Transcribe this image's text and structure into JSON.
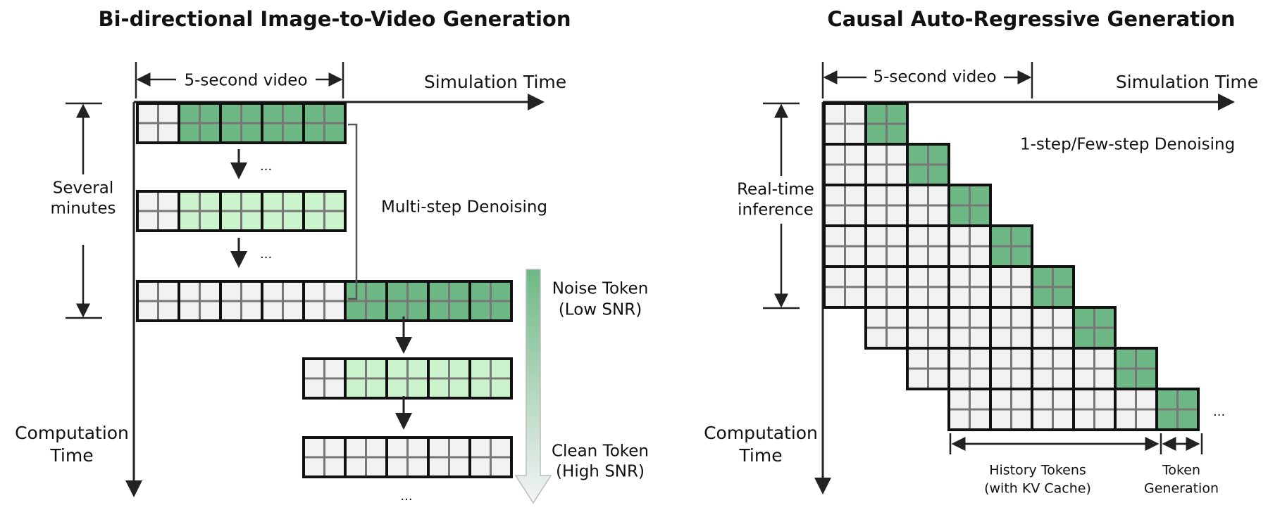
{
  "colors": {
    "light": "#f2f2f2",
    "dark_green": "#6db884",
    "light_green": "#ccf4cc",
    "cell_stroke": "#111111",
    "inner_grid": "#777777",
    "gradient_top": "#6db884",
    "gradient_bottom": "#f4f4f4"
  },
  "left": {
    "title": "Bi-directional Image-to-Video Generation",
    "video_label": "5-second video",
    "sim_time": "Simulation Time",
    "comp_time_line1": "Computation",
    "comp_time_line2": "Time",
    "span_line1": "Several",
    "span_line2": "minutes",
    "denoise_label": "Multi-step Denoising",
    "ellipsis": "...",
    "noise_line1": "Noise Token",
    "noise_line2": "(Low SNR)",
    "clean_line1": "Clean Token",
    "clean_line2": "(High SNR)",
    "rows": [
      [
        "light",
        "dark_green",
        "dark_green",
        "dark_green",
        "dark_green"
      ],
      [
        "light",
        "light_green",
        "light_green",
        "light_green",
        "light_green"
      ],
      [
        "light",
        "light",
        "light",
        "light",
        "light",
        "dark_green",
        "dark_green",
        "dark_green",
        "dark_green"
      ],
      [
        "light",
        "light_green",
        "light_green",
        "light_green",
        "light_green"
      ],
      [
        "light",
        "light",
        "light",
        "light",
        "light"
      ]
    ]
  },
  "right": {
    "title": "Causal Auto-Regressive Generation",
    "video_label": "5-second video",
    "sim_time": "Simulation Time",
    "comp_time_line1": "Computation",
    "comp_time_line2": "Time",
    "span_line1": "Real-time",
    "span_line2": "inference",
    "denoise_label": "1-step/Few-step Denoising",
    "ellipsis": "...",
    "history_line1": "History Tokens",
    "history_line2": "(with KV Cache)",
    "gen_line1": "Token",
    "gen_line2": "Generation",
    "rows": [
      {
        "start": 0,
        "count": 2
      },
      {
        "start": 0,
        "count": 3
      },
      {
        "start": 0,
        "count": 4
      },
      {
        "start": 0,
        "count": 5
      },
      {
        "start": 0,
        "count": 6
      },
      {
        "start": 1,
        "count": 6
      },
      {
        "start": 2,
        "count": 6
      },
      {
        "start": 3,
        "count": 6
      }
    ]
  }
}
